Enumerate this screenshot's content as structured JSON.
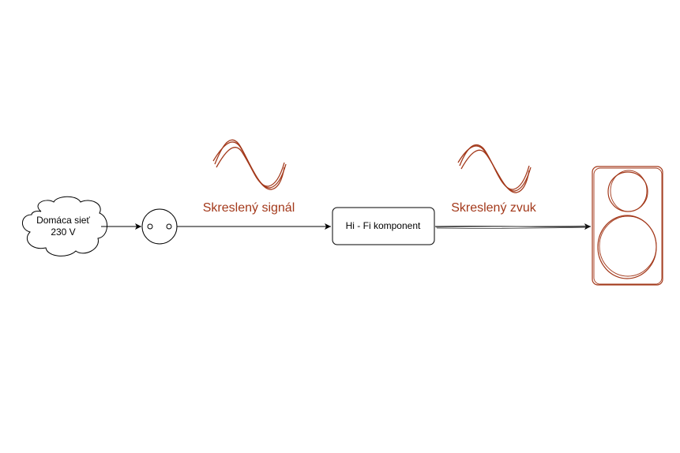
{
  "diagram": {
    "nodes": {
      "mains": {
        "line1": "Domáca sieť",
        "line2": "230 V",
        "shape": "cloud"
      },
      "socket": {
        "shape": "socket-icon"
      },
      "hifi": {
        "label": "Hi - Fi komponent",
        "shape": "rounded-rectangle"
      },
      "speaker": {
        "shape": "speaker-icon"
      }
    },
    "annotations": {
      "signal": "Skreslený signál",
      "sound": "Skreslený zvuk"
    },
    "edges": [
      {
        "from": "mains",
        "to": "socket"
      },
      {
        "from": "socket",
        "to": "hifi"
      },
      {
        "from": "hifi",
        "to": "speaker"
      }
    ]
  },
  "colors": {
    "accent": "#a3391b",
    "line": "#000000",
    "background": "#ffffff"
  }
}
